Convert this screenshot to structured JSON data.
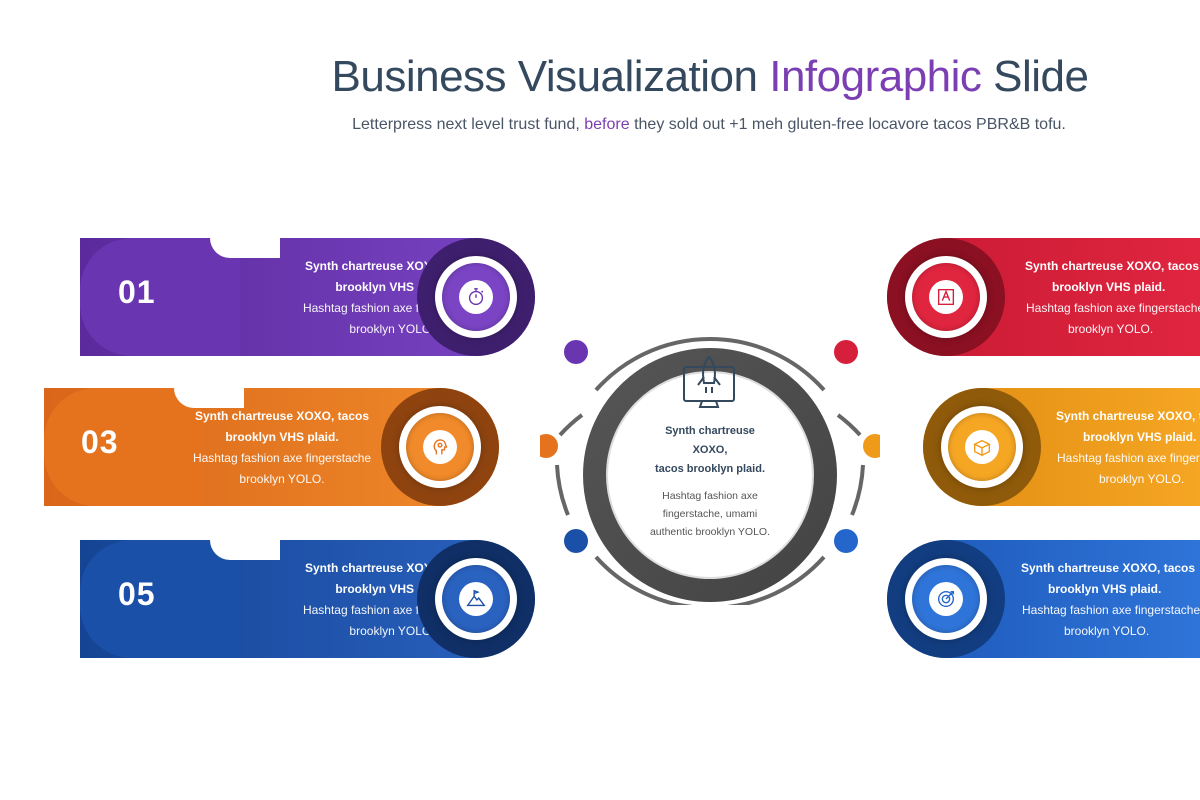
{
  "header": {
    "title_part1": "Business Visualization ",
    "title_highlight": "Infographic",
    "title_part2": " Slide",
    "subtitle_part1": "Letterpress next level trust fund, ",
    "subtitle_highlight": "before",
    "subtitle_part2": " they sold out +1 meh gluten-free locavore tacos PBR&B tofu."
  },
  "center": {
    "icon": "rocket-monitor-icon",
    "bold_line1": "Synth chartreuse XOXO,",
    "bold_line2": "tacos brooklyn plaid.",
    "line1": "Hashtag fashion axe",
    "line2": "fingerstache, umami",
    "line3": "authentic brooklyn YOLO."
  },
  "cards": [
    {
      "number": "01",
      "side": "left",
      "color": "#6a35b0",
      "dark": "#3e1f6e",
      "icon": "stopwatch-icon",
      "bold_line1": "Synth chartreuse XOXO, tacos",
      "bold_line2": "brooklyn VHS plaid.",
      "line1": "Hashtag fashion axe fingerstache",
      "line2": "brooklyn YOLO."
    },
    {
      "number": "03",
      "side": "left",
      "color": "#e5731e",
      "dark": "#8f4410",
      "icon": "head-gear-icon",
      "bold_line1": "Synth chartreuse XOXO, tacos",
      "bold_line2": "brooklyn VHS plaid.",
      "line1": "Hashtag fashion axe fingerstache",
      "line2": "brooklyn YOLO."
    },
    {
      "number": "05",
      "side": "left",
      "color": "#1b50a8",
      "dark": "#0f2f66",
      "icon": "mountain-flag-icon",
      "bold_line1": "Synth chartreuse XOXO, tacos",
      "bold_line2": "brooklyn VHS plaid.",
      "line1": "Hashtag fashion axe fingerstache",
      "line2": "brooklyn YOLO."
    },
    {
      "side": "right",
      "color": "#d61f3a",
      "dark": "#8a1022",
      "icon": "design-tool-icon",
      "bold_line1": "Synth chartreuse XOXO, tacos",
      "bold_line2": "brooklyn VHS plaid.",
      "line1": "Hashtag fashion axe fingerstache",
      "line2": "brooklyn YOLO."
    },
    {
      "side": "right",
      "color": "#f09a1a",
      "dark": "#8f5a0a",
      "icon": "box-icon",
      "bold_line1": "Synth chartreuse XOXO, tacos",
      "bold_line2": "brooklyn VHS plaid.",
      "line1": "Hashtag fashion axe fingerstache",
      "line2": "brooklyn YOLO."
    },
    {
      "side": "right",
      "color": "#2466cc",
      "dark": "#123d80",
      "icon": "target-icon",
      "bold_line1": "Synth chartreuse XOXO, tacos",
      "bold_line2": "brooklyn VHS plaid.",
      "line1": "Hashtag fashion axe fingerstache",
      "line2": "brooklyn YOLO."
    }
  ]
}
